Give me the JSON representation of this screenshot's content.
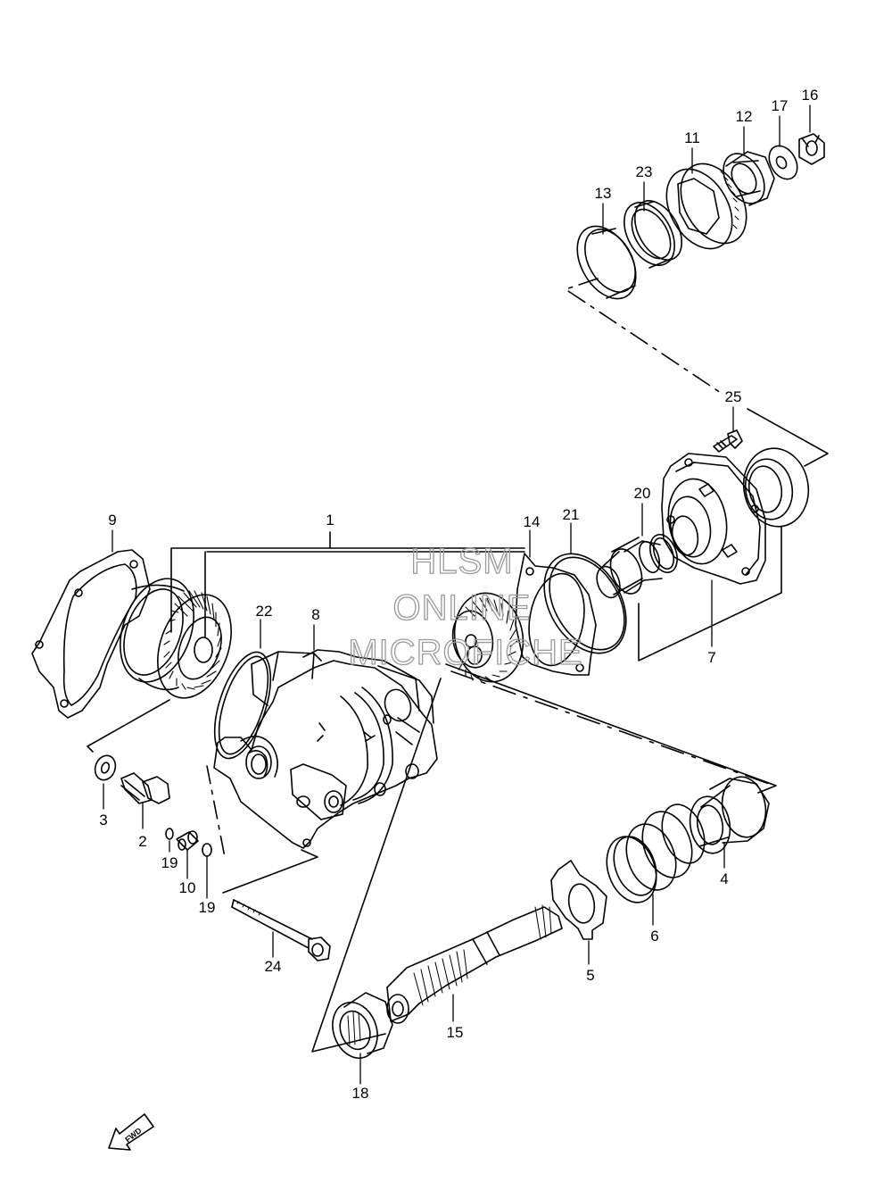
{
  "diagram": {
    "callouts": {
      "c1": "1",
      "c2": "2",
      "c3": "3",
      "c4": "4",
      "c5": "5",
      "c6": "6",
      "c7": "7",
      "c8": "8",
      "c9": "9",
      "c10": "10",
      "c11": "11",
      "c12": "12",
      "c13": "13",
      "c14": "14",
      "c15": "15",
      "c16": "16",
      "c17": "17",
      "c18": "18",
      "c19a": "19",
      "c19b": "19",
      "c20": "20",
      "c21": "21",
      "c22": "22",
      "c23": "23",
      "c24": "24",
      "c25": "25"
    },
    "watermark": {
      "line1": "HLSM",
      "line2": "ONLINE",
      "line3": "MICROFICHE"
    },
    "fwd_label": "FWD"
  }
}
